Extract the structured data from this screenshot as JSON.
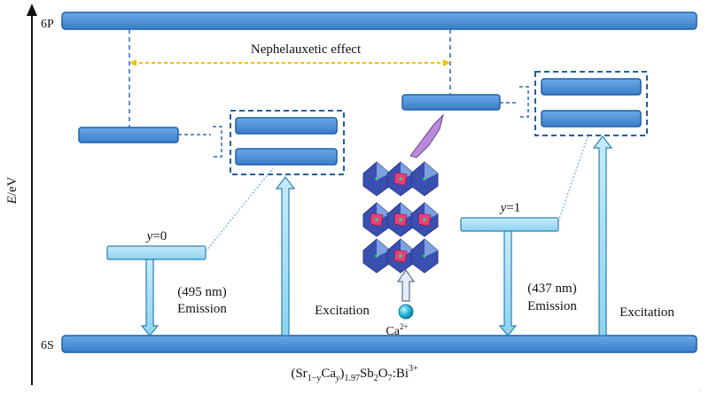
{
  "axis": {
    "label_E": "E",
    "label_unit": "/eV"
  },
  "levels": {
    "top": "6P",
    "bottom": "6S"
  },
  "labels": {
    "nephelauxetic": "Nephelauxetic effect",
    "y0_var": "y",
    "y0_val": "=0",
    "y1_var": "y",
    "y1_val": "=1",
    "emission_left_nm": "(495 nm)",
    "emission_left": "Emission",
    "excitation_left": "Excitation",
    "emission_right_nm": "(437 nm)",
    "emission_right": "Emission",
    "excitation_right": "Excitation",
    "ion": "Ca",
    "ion_charge": "2+"
  },
  "formula": {
    "open": "(Sr",
    "sub1": "1−y",
    "ca": "Ca",
    "sub2": "y",
    "close": ")",
    "sub3": "1.97",
    "sb": "Sb",
    "sub4": "2",
    "o": "O",
    "sub5": "7",
    "sep": ":",
    "bi": "Bi",
    "sup": "3+"
  },
  "colors": {
    "band_fill": "#4a90d6",
    "band_stroke": "#1f5fa8",
    "arrow_fill": "#8fd3f0",
    "arrow_stroke": "#2a7fb8",
    "nephelauxetic_arrow": "#f2c200",
    "crystal_blue": "#3a4fb0",
    "crystal_pink": "#e8417a",
    "ion_cyan": "#21a9c9"
  }
}
